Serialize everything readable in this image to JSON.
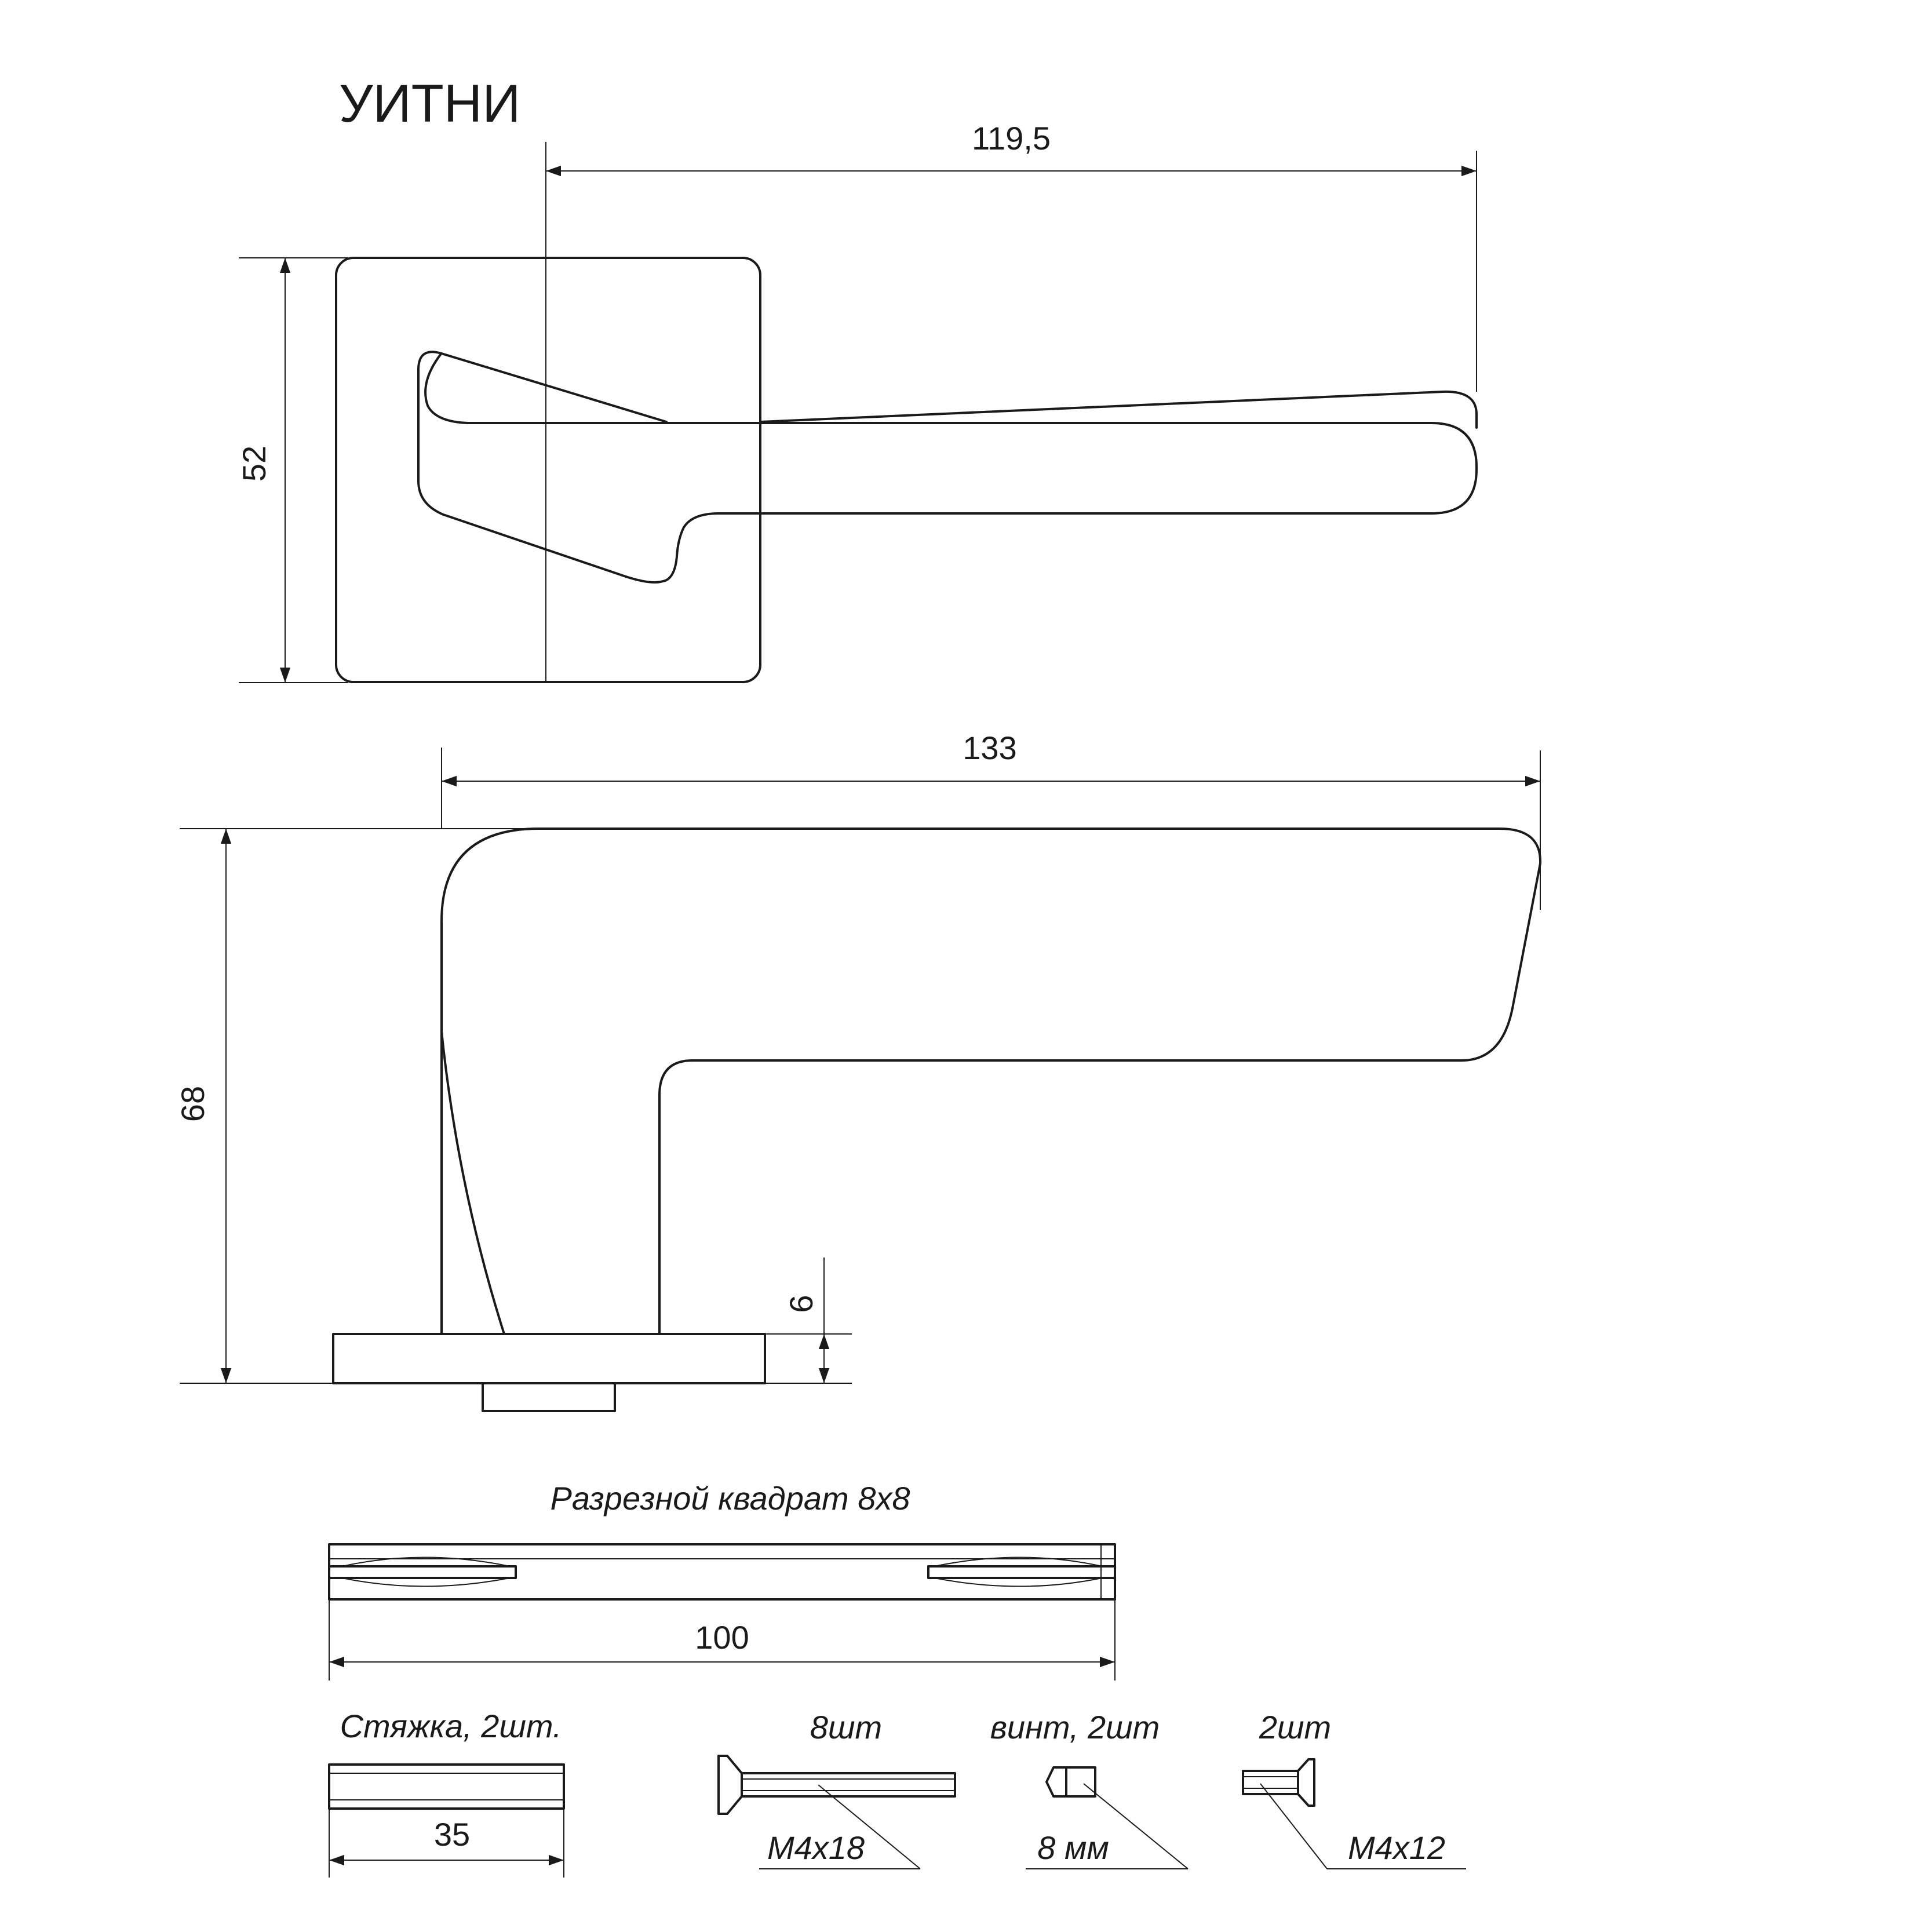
{
  "title": "УИТНИ",
  "top_view": {
    "width_dim": "119,5",
    "height_dim": "52"
  },
  "side_view": {
    "length_dim": "133",
    "height_dim": "68",
    "rose_dim": "6"
  },
  "spindle": {
    "label": "Разрезной квадрат 8х8",
    "length_dim": "100"
  },
  "parts": {
    "tie": {
      "label": "Стяжка, 2шт.",
      "length_dim": "35"
    },
    "long_screws": {
      "qty": "8шт",
      "size": "M4x18"
    },
    "set_screw": {
      "qty": "винт, 2шт",
      "size": "8 мм"
    },
    "short_screws": {
      "qty": "2шт",
      "size": "M4x12"
    }
  }
}
